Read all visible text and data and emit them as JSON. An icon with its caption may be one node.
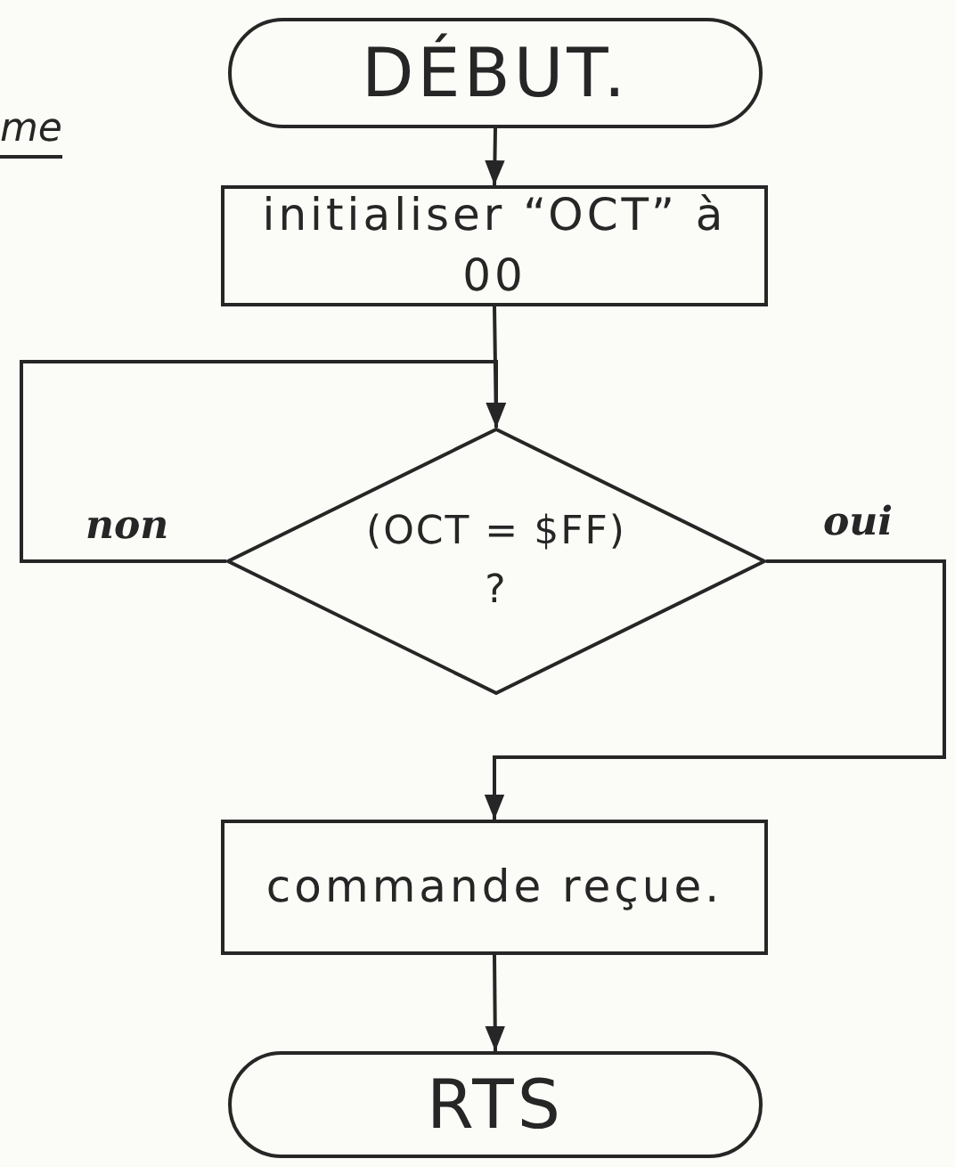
{
  "diagram": {
    "nodes": [
      {
        "text": [
          "DÉBUT."
        ]
      },
      {
        "text": [
          "initialiser “OCT” à 00"
        ]
      },
      {
        "text": [
          "(OCT = $FF) ?"
        ]
      },
      {
        "text": [
          "commande reçue."
        ]
      },
      {
        "text": [
          "RTS"
        ]
      }
    ],
    "edges": [
      {
        "from": 0,
        "to": 1,
        "arrow": "to"
      },
      {
        "from": 1,
        "to": 2,
        "arrow": "to"
      },
      {
        "from": 2,
        "to": 2,
        "arrow": "to",
        "label": "non"
      },
      {
        "from": 2,
        "to": 3,
        "arrow": "to",
        "label": "oui"
      },
      {
        "from": 3,
        "to": 4,
        "arrow": "to"
      }
    ],
    "labels": [
      "me"
    ]
  }
}
